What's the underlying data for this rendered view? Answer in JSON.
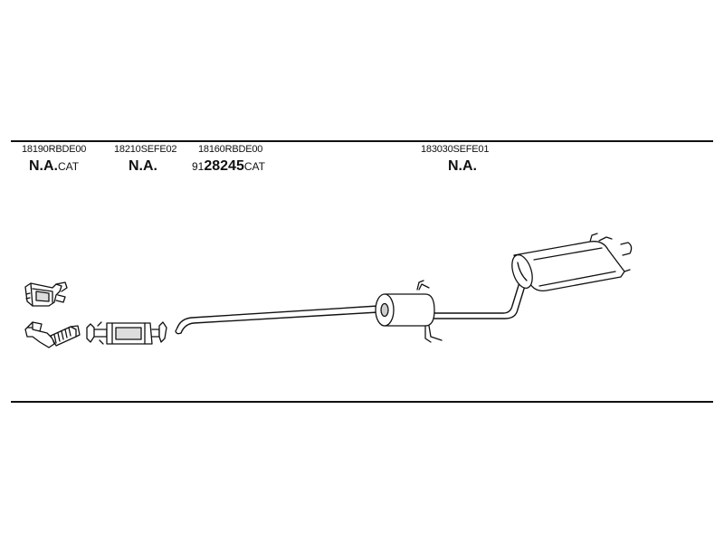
{
  "parts": [
    {
      "code": "18190RBDE00",
      "prefix": "",
      "status": "N.A.",
      "suffix": "CAT"
    },
    {
      "code": "18210SEFE02",
      "prefix": "",
      "status": "N.A.",
      "suffix": ""
    },
    {
      "code": "18160RBDE00",
      "prefix": "91",
      "status": "28245",
      "suffix": "CAT"
    },
    {
      "code": "183030SEFE01",
      "prefix": "",
      "status": "N.A.",
      "suffix": ""
    }
  ],
  "colors": {
    "line": "#111111",
    "fill": "#ffffff",
    "shade": "#cccccc"
  },
  "icons": [
    "catalytic-converter-icon",
    "front-pipe-icon",
    "flex-pipe-icon",
    "center-pipe-icon",
    "middle-muffler-icon",
    "rear-muffler-icon"
  ]
}
